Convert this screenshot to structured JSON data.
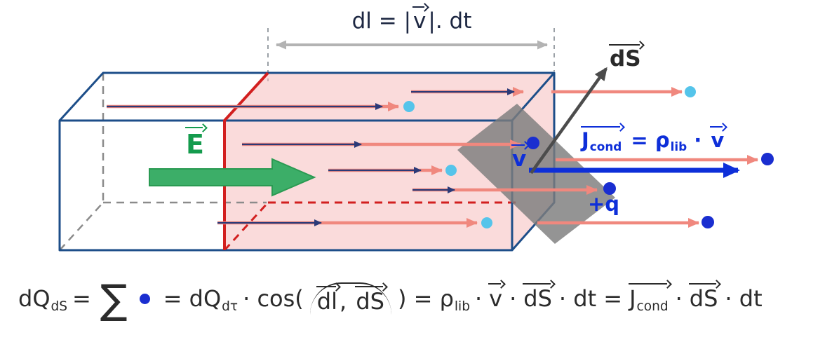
{
  "colors": {
    "box_blue": "#1d4e89",
    "section_red": "#d21f1f",
    "volume_pink": "#f6bdbd",
    "charge_salmon": "#f0887e",
    "charge_navy": "#2b3a78",
    "dot_cyan": "#55c4ea",
    "dot_blue": "#1a2ed0",
    "field_green": "#3cae68",
    "field_green_dark": "#149b4d",
    "surface_gray": "#7c7c7c",
    "surface_arrow": "#4c4c4c",
    "current_blue": "#0e2fd9",
    "dim_gray": "#b3b3b3",
    "text_dark": "#2b2b2b",
    "label_navy": "#1d2742"
  },
  "labels": {
    "dimension": {
      "pre": "dl = |",
      "v": "v",
      "post": "|. dt"
    },
    "surface_normal": "dS",
    "e_field": "E",
    "velocity": "v",
    "charge": "+q",
    "current_density": {
      "j": "J",
      "j_sub": "cond",
      "eq": " = ρ",
      "rho_sub": "lib",
      "cdot": " · ",
      "v": "v"
    }
  },
  "formula": {
    "lhs": "dQ",
    "lhs_sub": "dS",
    "eq1": "=",
    "sigma": "∑",
    "eq2": "= dQ",
    "eq2_sub": "dτ",
    "cos_open": "· cos(",
    "hat_dl": "dl",
    "hat_comma": ",",
    "hat_ds": "dS",
    "rho": ") = ρ",
    "rho_sub": "lib",
    "cdot1": "·",
    "v": "v",
    "cdot2": "·",
    "ds1": "dS",
    "dt1": "· dt =",
    "j": "J",
    "j_sub": "cond",
    "cdot3": "·",
    "ds2": "dS",
    "dt2": "· dt"
  }
}
